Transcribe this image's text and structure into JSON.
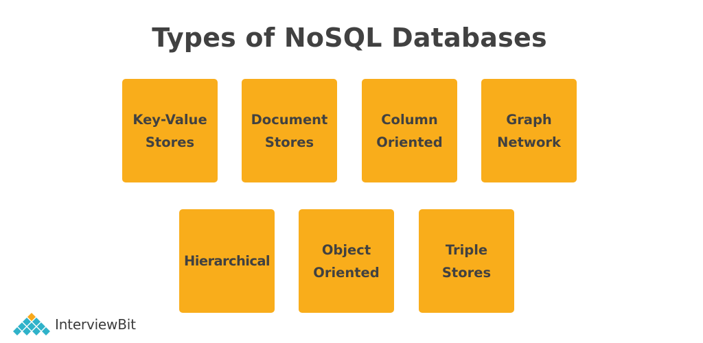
{
  "title": "Types of NoSQL Databases",
  "boxes": [
    {
      "label": "Key-Value\nStores"
    },
    {
      "label": "Document\nStores"
    },
    {
      "label": "Column\nOriented"
    },
    {
      "label": "Graph\nNetwork"
    },
    {
      "label": "Hierarchical"
    },
    {
      "label": "Object\nOriented"
    },
    {
      "label": "Triple\nStores"
    }
  ],
  "logo": {
    "text": "InterviewBit",
    "icon": "interviewbit-logo-icon"
  },
  "colors": {
    "box_fill": "#f9ad1b",
    "text": "#414141",
    "logo_teal": "#2fb2c9",
    "logo_orange": "#f7a81b"
  }
}
